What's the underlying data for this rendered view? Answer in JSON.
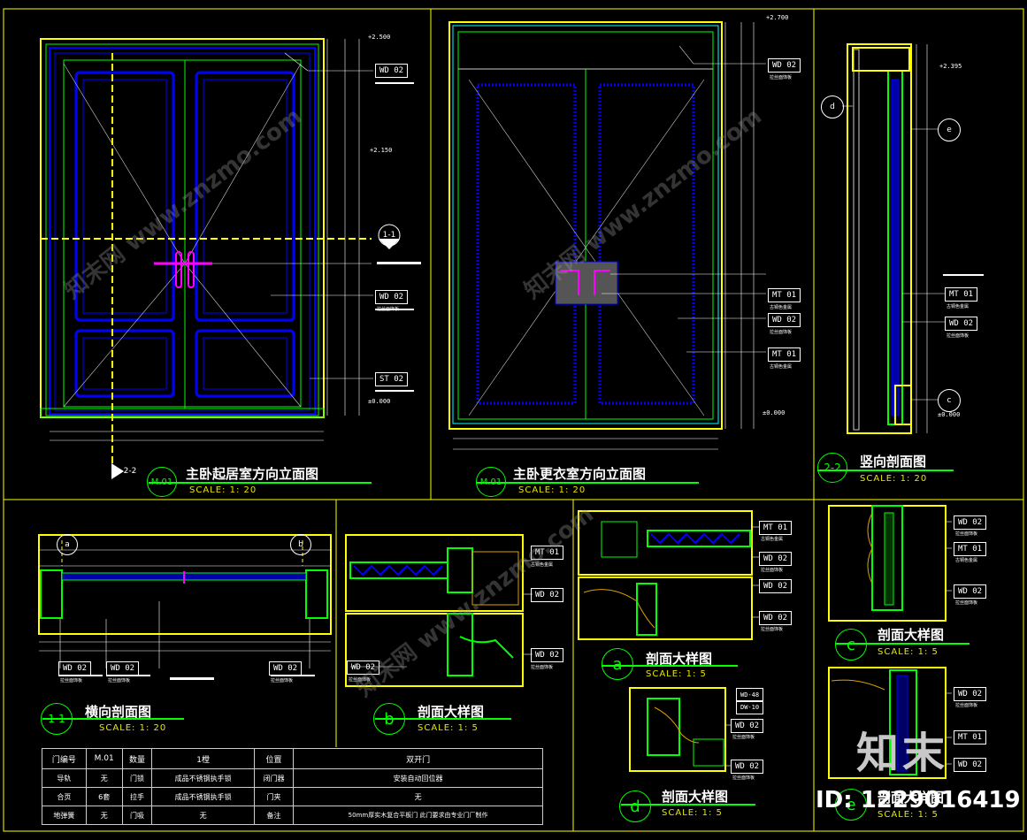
{
  "drawings": {
    "elev1": {
      "title": "主卧起居室方向立面图",
      "scale": "SCALE: 1: 20",
      "id": "M.01"
    },
    "elev2": {
      "title": "主卧更衣室方向立面图",
      "scale": "SCALE: 1: 20",
      "id": "M.01"
    },
    "sec22": {
      "title": "竖向剖面图",
      "scale": "SCALE: 1: 20",
      "id": "2-2"
    },
    "sec11": {
      "title": "横向剖面图",
      "scale": "SCALE: 1: 20",
      "id": "1-1"
    },
    "detail_b": {
      "title": "剖面大样图",
      "scale": "SCALE: 1: 5",
      "id": "b"
    },
    "detail_a": {
      "title": "剖面大样图",
      "scale": "SCALE: 1: 5",
      "id": "a"
    },
    "detail_c": {
      "title": "剖面大样图",
      "scale": "SCALE: 1: 5",
      "id": "c"
    },
    "detail_d": {
      "title": "剖面大样图",
      "scale": "SCALE: 1: 5",
      "id": "d"
    },
    "detail_e": {
      "title": "剖面大样图",
      "scale": "SCALE: 1: 5",
      "id": "e"
    }
  },
  "tags": {
    "wd02": "WD 02",
    "mt01": "MT 01",
    "st02": "ST 02",
    "wd02_sub": "拉丝面饰板",
    "mt01_sub": "古铜色金属",
    "wd48": "WD-48",
    "dw10": "DW-10"
  },
  "levels": {
    "l2500": "+2.500",
    "l2150": "+2.150",
    "l0000": "±0.000",
    "l2700": "+2.700",
    "l2395": "+2.395"
  },
  "markers": {
    "m11": "1-1",
    "m22": "2-2",
    "ma": "a",
    "mb": "b",
    "mc": "c",
    "md": "d",
    "me": "e"
  },
  "table": {
    "rows": [
      [
        "门编号",
        "M.01",
        "数量",
        "1樘",
        "位置",
        "双开门"
      ],
      [
        "导轨",
        "无",
        "门锁",
        "成品不锈钢执手锁",
        "闭门器",
        "安装自动回位器"
      ],
      [
        "合页",
        "6套",
        "拉手",
        "成品不锈钢执手锁",
        "门夹",
        "无"
      ],
      [
        "地弹簧",
        "无",
        "门吸",
        "无",
        "备注",
        "50mm厚实木复合平板门 此门要求由专业门厂制作"
      ]
    ]
  },
  "watermark": {
    "text": "知末网 www.znzmo.com"
  },
  "brand": {
    "logo": "知末",
    "id": "ID: 1229016419"
  },
  "colors": {
    "frame": "#ffff00",
    "panel": "#0000ff",
    "trim": "#00ff00",
    "annot": "#ffffff",
    "handle": "#ff00ff",
    "leader": "#00ffff",
    "hatch": "#e0a000"
  }
}
